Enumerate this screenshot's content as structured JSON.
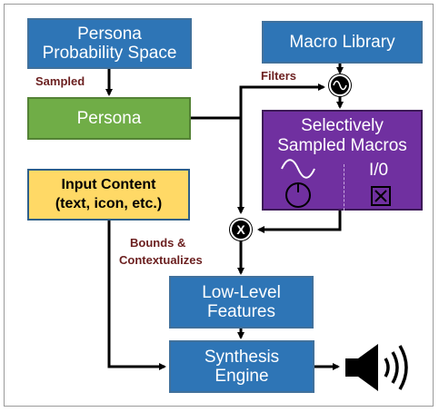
{
  "boxes": {
    "persona_space": {
      "line1": "Persona",
      "line2": "Probability Space"
    },
    "macro_library": {
      "label": "Macro Library"
    },
    "persona": {
      "label": "Persona"
    },
    "sampled_macros": {
      "line1": "Selectively",
      "line2": "Sampled Macros",
      "io_label": "I/0"
    },
    "input_content": {
      "line1": "Input Content",
      "line2": "(text, icon, etc.)"
    },
    "low_level": {
      "line1": "Low-Level",
      "line2": "Features"
    },
    "synthesis": {
      "line1": "Synthesis",
      "line2": "Engine"
    }
  },
  "edge_labels": {
    "sampled": "Sampled",
    "filters": "Filters",
    "bounds_1": "Bounds &",
    "bounds_2": "Contextualizes"
  },
  "nodes": {
    "multiply": "X"
  },
  "icons": [
    "filter-node-icon",
    "multiply-node-icon",
    "sine-wave-icon",
    "knob-icon",
    "toggle-box-icon",
    "speaker-icon"
  ],
  "colors": {
    "blue": "#2e75b6",
    "green": "#70ad47",
    "purple": "#7030a0",
    "yellow": "#ffd966",
    "label": "#6b1f1f"
  }
}
